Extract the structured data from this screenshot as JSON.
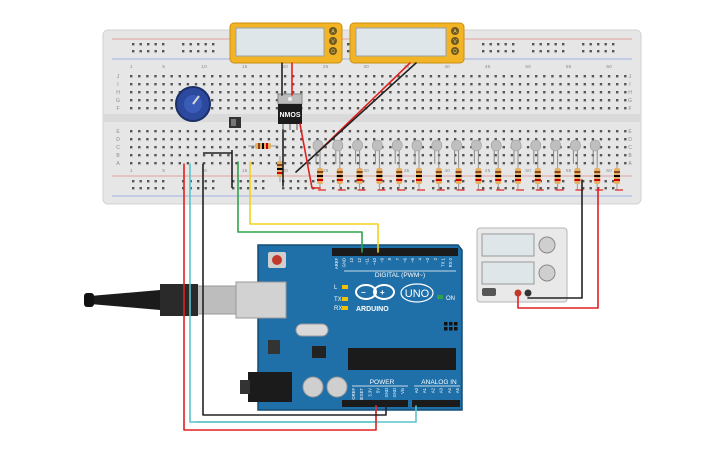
{
  "canvas": {
    "background": "#ffffff",
    "breadboard_color": "#e6e6e6",
    "arduino_color": "#1f6fa8",
    "meter_color": "#f2b424",
    "wire_colors": {
      "red": "#e0201f",
      "black": "#222222",
      "green": "#2fa34a",
      "yellow": "#f3d21b",
      "cyan": "#5bc4c8"
    }
  },
  "breadboard": {
    "row_letters_left": [
      "A",
      "B",
      "C",
      "D",
      "E",
      "F",
      "G",
      "H",
      "I",
      "J"
    ],
    "row_letters_right": [
      "A",
      "B",
      "C",
      "D",
      "E",
      "F",
      "G",
      "H",
      "I",
      "J"
    ],
    "column_numbers": [
      "1",
      "5",
      "10",
      "15",
      "20",
      "25",
      "30",
      "35",
      "40",
      "45",
      "50",
      "55",
      "60"
    ],
    "led_count": 15,
    "resistor_count": 16
  },
  "meters": [
    {
      "name": "multimeter-left",
      "buttons": [
        "A",
        "V",
        "Ω"
      ]
    },
    {
      "name": "multimeter-right",
      "buttons": [
        "A",
        "V",
        "Ω"
      ]
    }
  ],
  "nmos": {
    "label": "NMOS"
  },
  "arduino": {
    "brand": "ARDUINO",
    "model": "UNO",
    "digital_label": "DIGITAL (PWM~)",
    "power_label": "POWER",
    "analog_label": "ANALOG IN",
    "on_label": "ON",
    "tx_label": "TX",
    "rx_label": "RX",
    "l_label": "L",
    "digital_pins": [
      "AREF",
      "GND",
      "13",
      "12",
      "~11",
      "~10",
      "~9",
      "8",
      "7",
      "~6",
      "~5",
      "4",
      "~3",
      "2",
      "TX 1",
      "RX 0"
    ],
    "power_pins": [
      "IOREF",
      "RESET",
      "3.3V",
      "5V",
      "GND",
      "GND",
      "Vin"
    ],
    "analog_pins": [
      "A0",
      "A1",
      "A2",
      "A3",
      "A4",
      "A5"
    ]
  },
  "power_supply": {
    "name": "dc-power-supply"
  }
}
